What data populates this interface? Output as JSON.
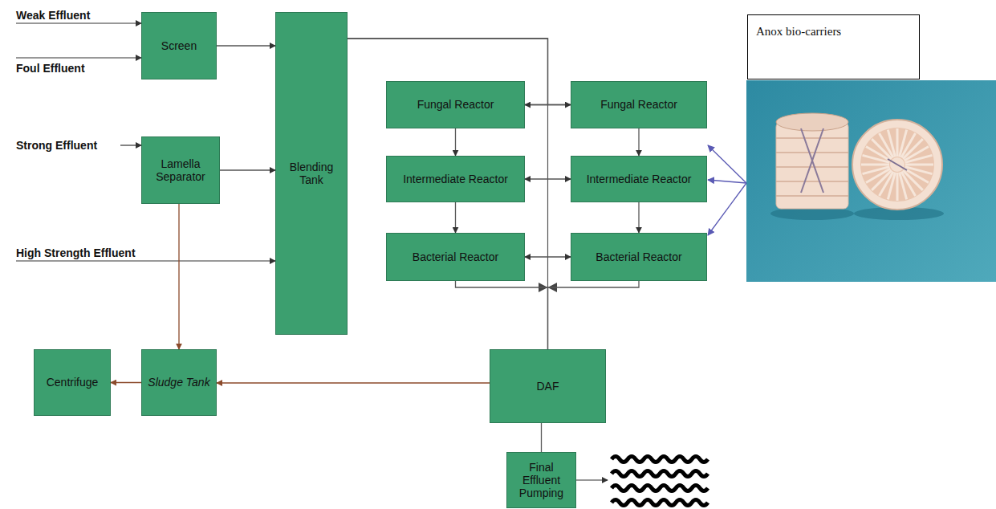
{
  "diagram": {
    "nodes": [
      {
        "text": [
          "Screen"
        ]
      },
      {
        "text": [
          "Blending Tank"
        ]
      },
      {
        "text": [
          "Fungal Reactor"
        ]
      },
      {
        "text": [
          "Fungal Reactor"
        ]
      },
      {
        "text": [
          "Anox bio-carriers"
        ]
      },
      {
        "text": [
          "Lamella Separator"
        ]
      },
      {
        "text": [
          "Intermediate Reactor"
        ]
      },
      {
        "text": [
          "Intermediate Reactor"
        ]
      },
      {
        "text": [
          "Bacterial Reactor"
        ]
      },
      {
        "text": [
          "Bacterial Reactor"
        ]
      },
      {
        "text": [
          "Centrifuge"
        ]
      },
      {
        "text": [
          "Sludge Tank"
        ]
      },
      {
        "text": [
          "DAF"
        ]
      },
      {
        "text": [
          "Final Effluent Pumping"
        ]
      }
    ],
    "edges": [
      {
        "from": 0,
        "to": 1,
        "arrow": "to"
      },
      {
        "from": 5,
        "to": 1,
        "arrow": "to"
      },
      {
        "from": 1,
        "to": 2,
        "arrow": "none"
      },
      {
        "from": 1,
        "to": 3,
        "arrow": "none"
      },
      {
        "from": 2,
        "to": 3,
        "arrow": "both"
      },
      {
        "from": 2,
        "to": 6,
        "arrow": "to"
      },
      {
        "from": 3,
        "to": 7,
        "arrow": "to"
      },
      {
        "from": 6,
        "to": 7,
        "arrow": "both"
      },
      {
        "from": 6,
        "to": 8,
        "arrow": "to"
      },
      {
        "from": 7,
        "to": 9,
        "arrow": "to"
      },
      {
        "from": 8,
        "to": 9,
        "arrow": "both"
      },
      {
        "from": 8,
        "to": 12,
        "arrow": "none"
      },
      {
        "from": 9,
        "to": 12,
        "arrow": "none"
      },
      {
        "from": 5,
        "to": 11,
        "arrow": "to"
      },
      {
        "from": 12,
        "to": 11,
        "arrow": "to"
      },
      {
        "from": 11,
        "to": 10,
        "arrow": "to"
      },
      {
        "from": 12,
        "to": 13,
        "arrow": "none"
      }
    ],
    "labels": [
      "Weak Effluent",
      "Foul Effluent",
      "Strong Effluent",
      "High Strength Effluent"
    ]
  }
}
